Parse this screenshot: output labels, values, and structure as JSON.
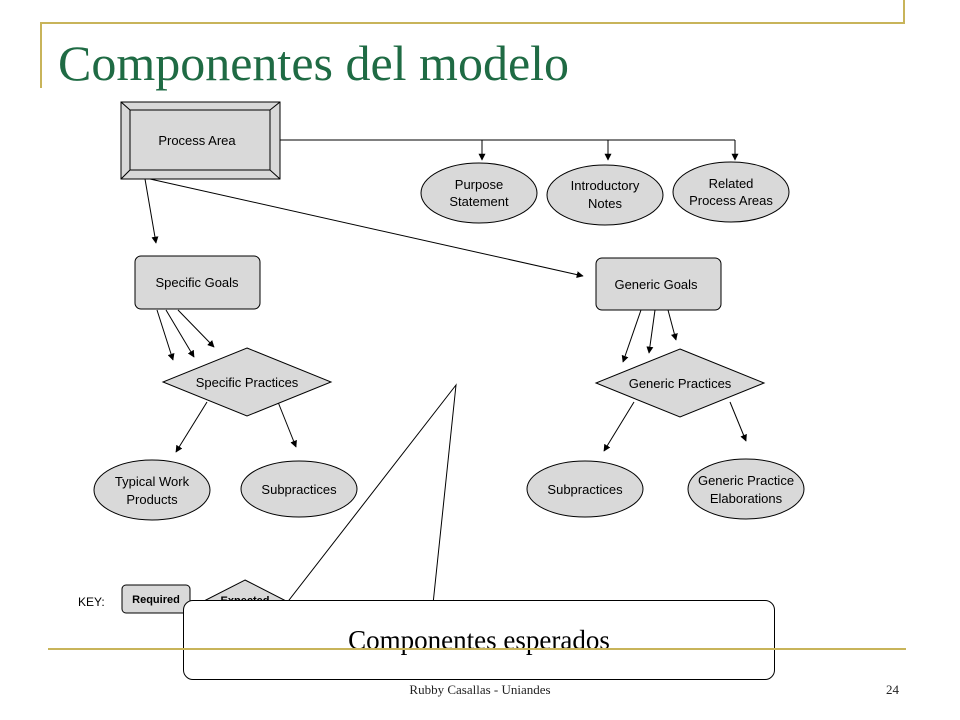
{
  "slide": {
    "title": "Componentes del modelo",
    "footer": "Rubby Casallas - Uniandes",
    "page_number": "24"
  },
  "diagram": {
    "process_area": "Process Area",
    "purpose_statement": [
      "Purpose",
      "Statement"
    ],
    "introductory_notes": [
      "Introductory",
      "Notes"
    ],
    "related_process_areas": [
      "Related",
      "Process Areas"
    ],
    "specific_goals": "Specific Goals",
    "generic_goals": "Generic Goals",
    "specific_practices": "Specific Practices",
    "generic_practices": "Generic Practices",
    "typical_work_products": [
      "Typical Work",
      "Products"
    ],
    "subpractices_left": "Subpractices",
    "subpractices_right": "Subpractices",
    "generic_practice_elaborations": [
      "Generic Practice",
      "Elaborations"
    ],
    "key_label": "KEY:",
    "key_required": "Required",
    "key_expected": "Expected"
  },
  "callout": {
    "text": "Componentes esperados"
  },
  "colors": {
    "title": "#1f6b44",
    "rule": "#c8b45a",
    "shape_fill": "#d9d9d9"
  }
}
